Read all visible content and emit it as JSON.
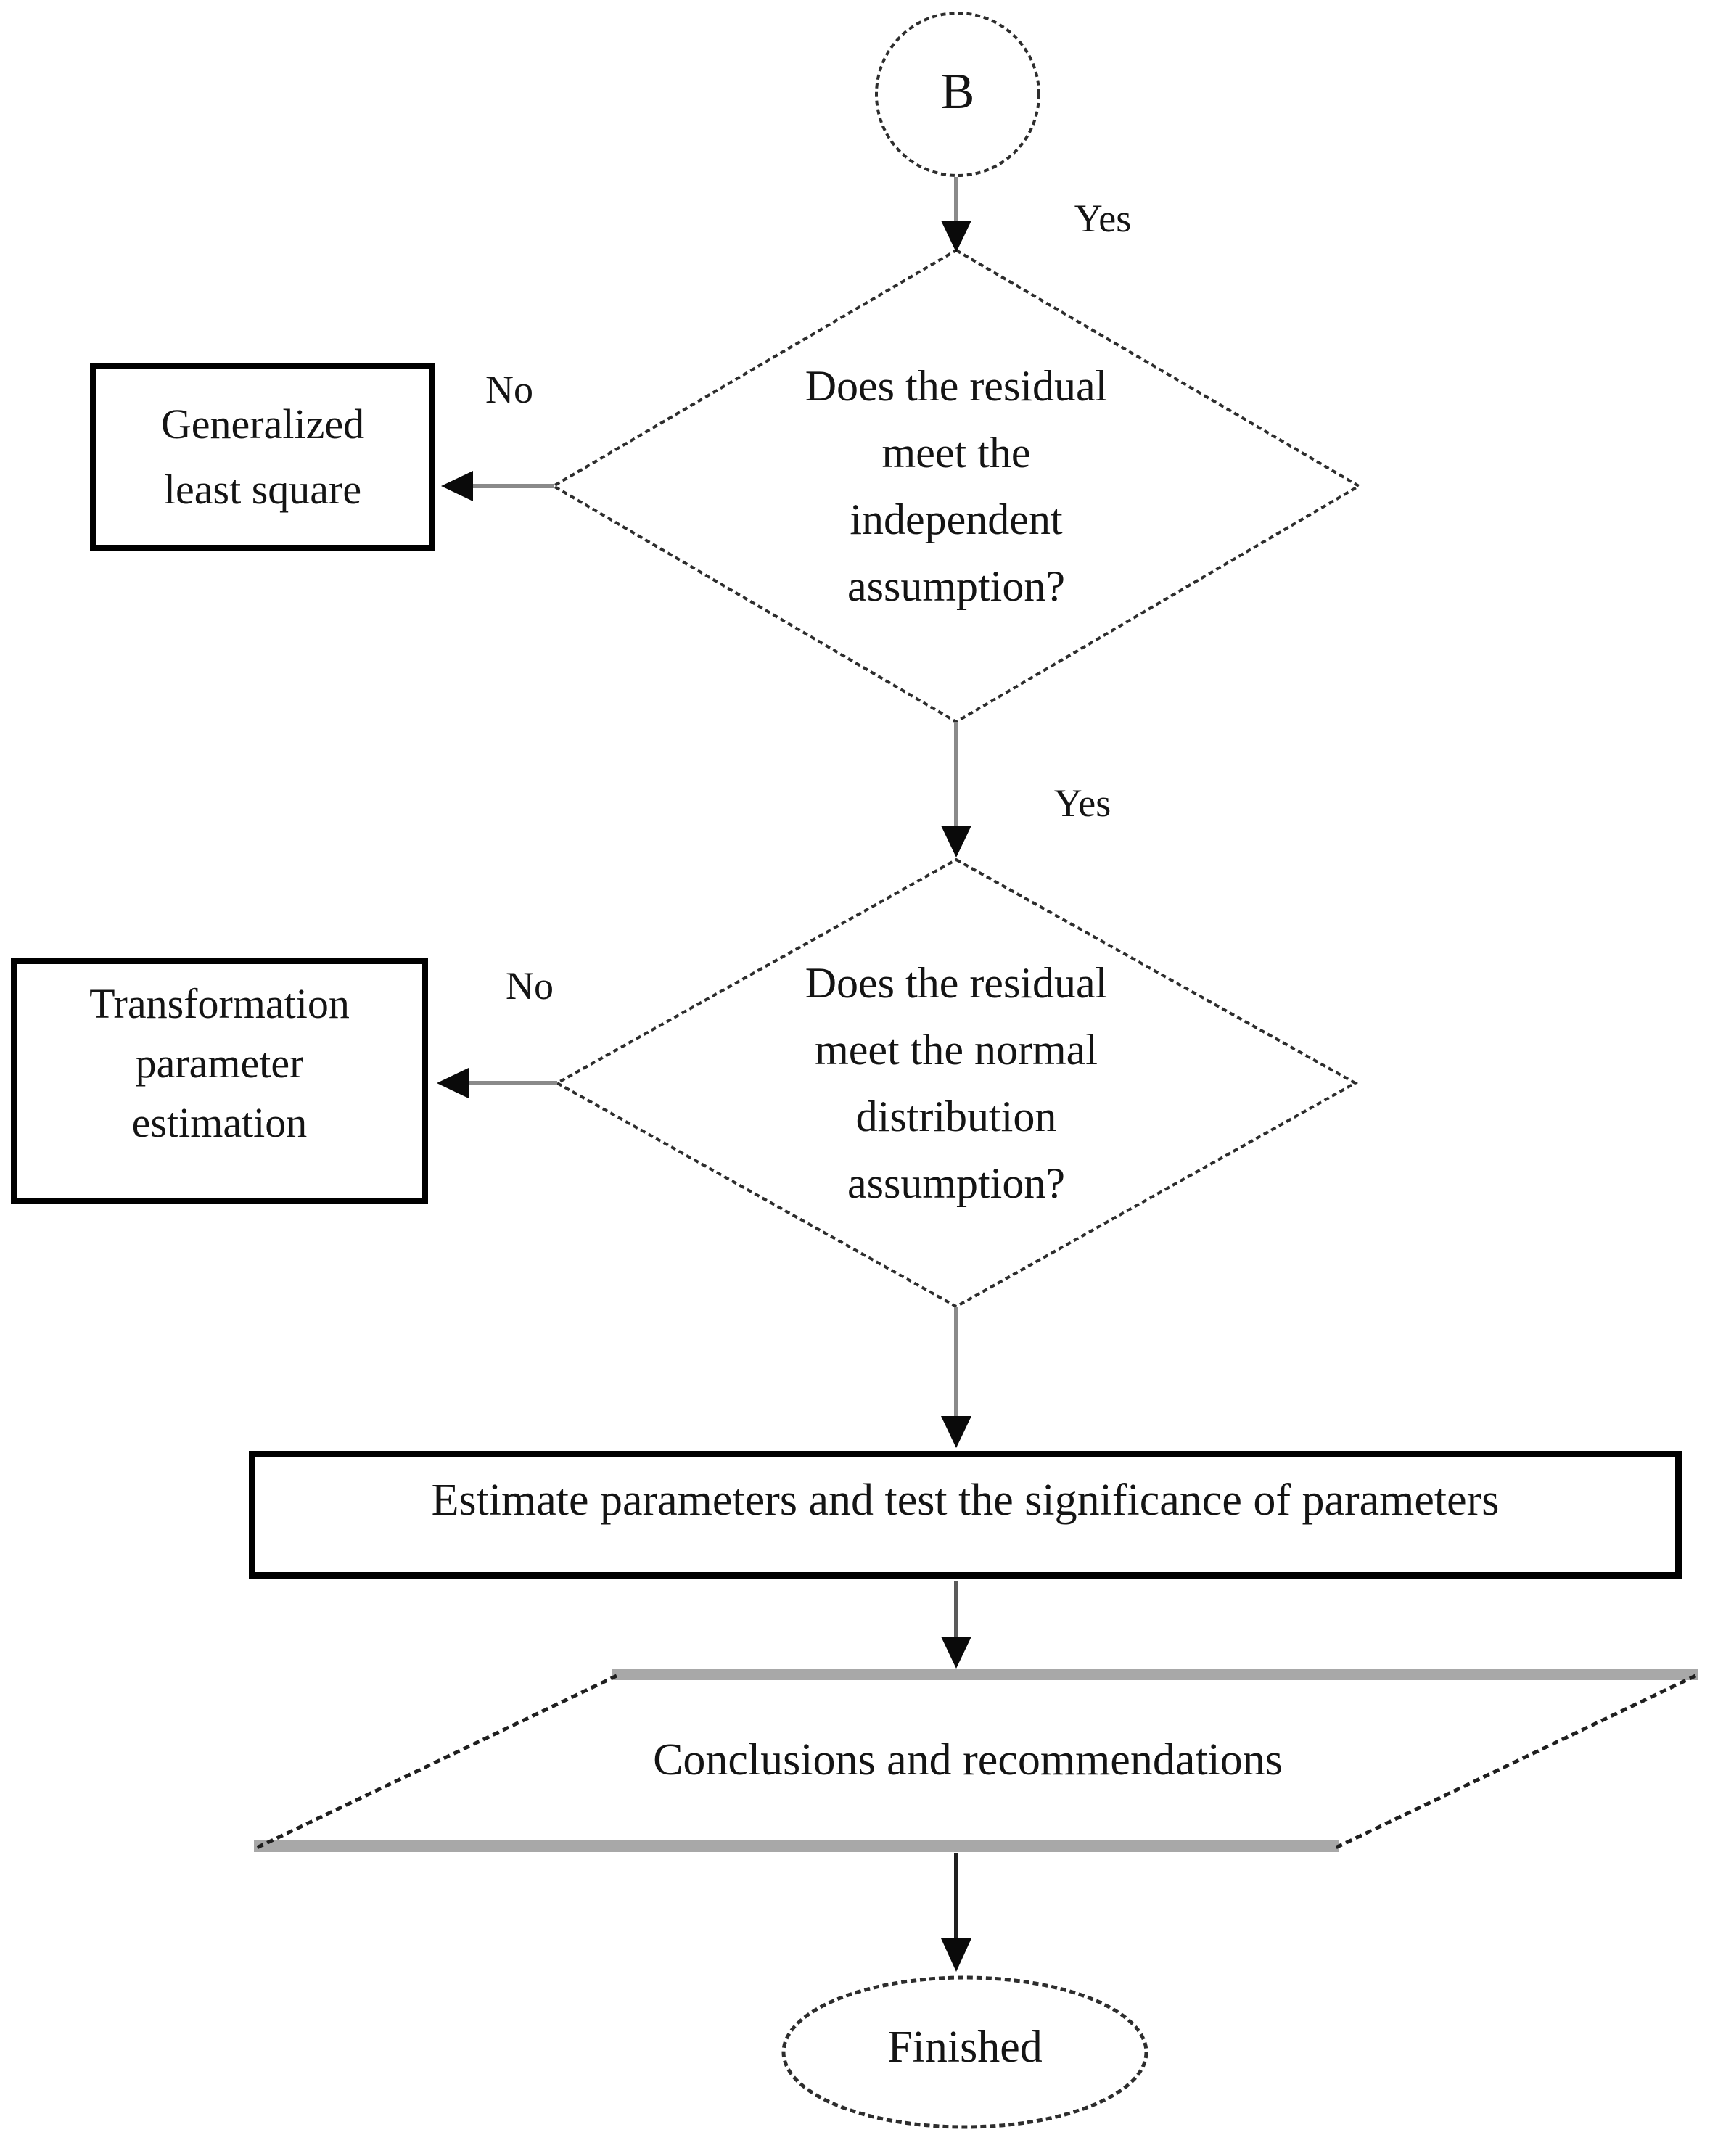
{
  "connector": {
    "label": "B"
  },
  "edge_labels": {
    "yes_to_decision1": "Yes",
    "no_from_decision1": "No",
    "yes_to_decision2": "Yes",
    "no_from_decision2": "No"
  },
  "decision_independent": {
    "lines": [
      "Does the residual",
      "meet the",
      "independent",
      "assumption?"
    ]
  },
  "process_generalized_least_square": {
    "lines": [
      "Generalized",
      "least square"
    ]
  },
  "decision_normal_distribution": {
    "lines": [
      "Does the residual",
      "meet the normal",
      "distribution",
      "assumption?"
    ]
  },
  "process_transformation": {
    "lines": [
      "Transformation",
      "parameter",
      "estimation"
    ]
  },
  "process_estimate": {
    "label": "Estimate parameters and test the significance of parameters"
  },
  "io_conclusions": {
    "label": "Conclusions and recommendations"
  },
  "terminator": {
    "label": "Finished"
  },
  "colors": {
    "ink": "#141414",
    "shape_stroke": "#2d2d2d",
    "connector_line_gray": "#8a8a8a",
    "arrowhead_black": "#0a0a0a",
    "process_border": "#000000",
    "parallelogram_edge_gray": "#a8a8a8",
    "background": "#ffffff"
  }
}
